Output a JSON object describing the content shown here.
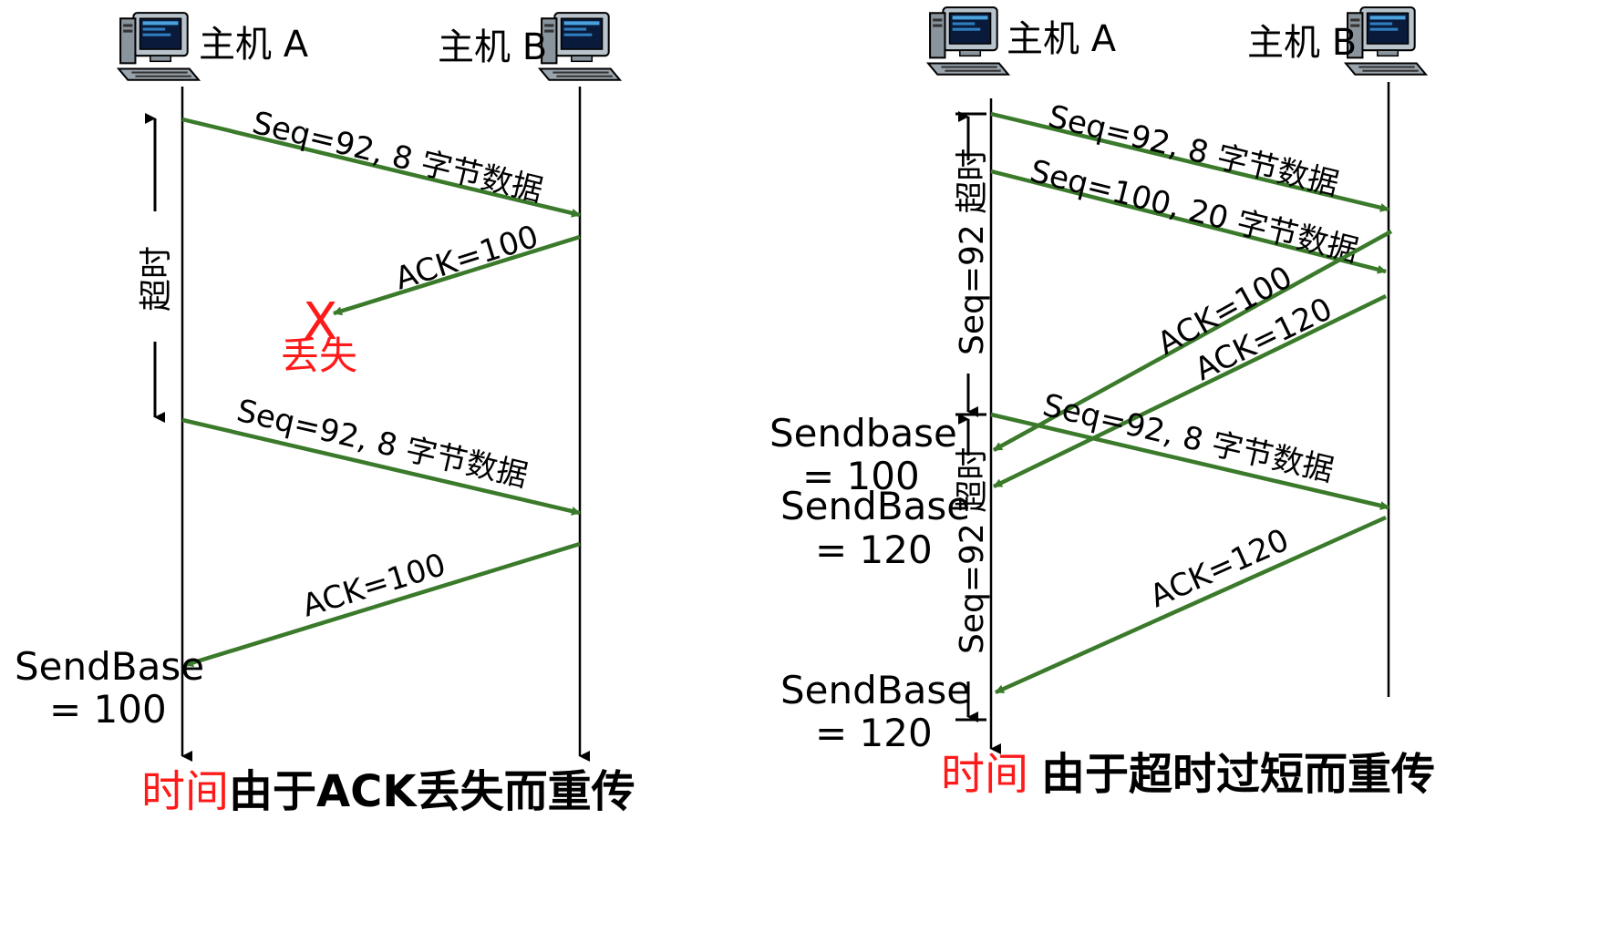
{
  "left": {
    "host_a": "主机 A",
    "host_b": "主机 B",
    "msg_seq1": "Seq=92, 8 字节数据",
    "msg_ack1": "ACK=100",
    "lost_mark": "X",
    "lost_label": "丢失",
    "timeout_label": "超时",
    "msg_seq2": "Seq=92, 8 字节数据",
    "msg_ack2": "ACK=100",
    "sendbase_line1": "SendBase",
    "sendbase_line2": "= 100",
    "caption_time": "时间",
    "caption_text": "由于ACK丢失而重传"
  },
  "right": {
    "host_a": "主机 A",
    "host_b": "主机 B",
    "msg_seq1": "Seq=92, 8 字节数据",
    "msg_seq2": "Seq=100, 20 字节数据",
    "msg_ack1": "ACK=100",
    "msg_ack2": "ACK=120",
    "msg_seq3": "Seq=92, 8 字节数据",
    "msg_ack3": "ACK=120",
    "timeout1_label": "Seq=92 超时",
    "timeout2_label": "Seq=92 超时",
    "sendbase1_line1": "Sendbase",
    "sendbase1_line2": "= 100",
    "sendbase2_line1": "SendBase",
    "sendbase2_line2": "= 120",
    "sendbase3_line1": "SendBase",
    "sendbase3_line2": "= 120",
    "caption_time": "时间",
    "caption_text": "由于超时过短而重传"
  },
  "colors": {
    "arrow": "#3a7a2a",
    "lost": "#ff1a1a",
    "time": "#ff1a1a",
    "line": "#000000"
  }
}
